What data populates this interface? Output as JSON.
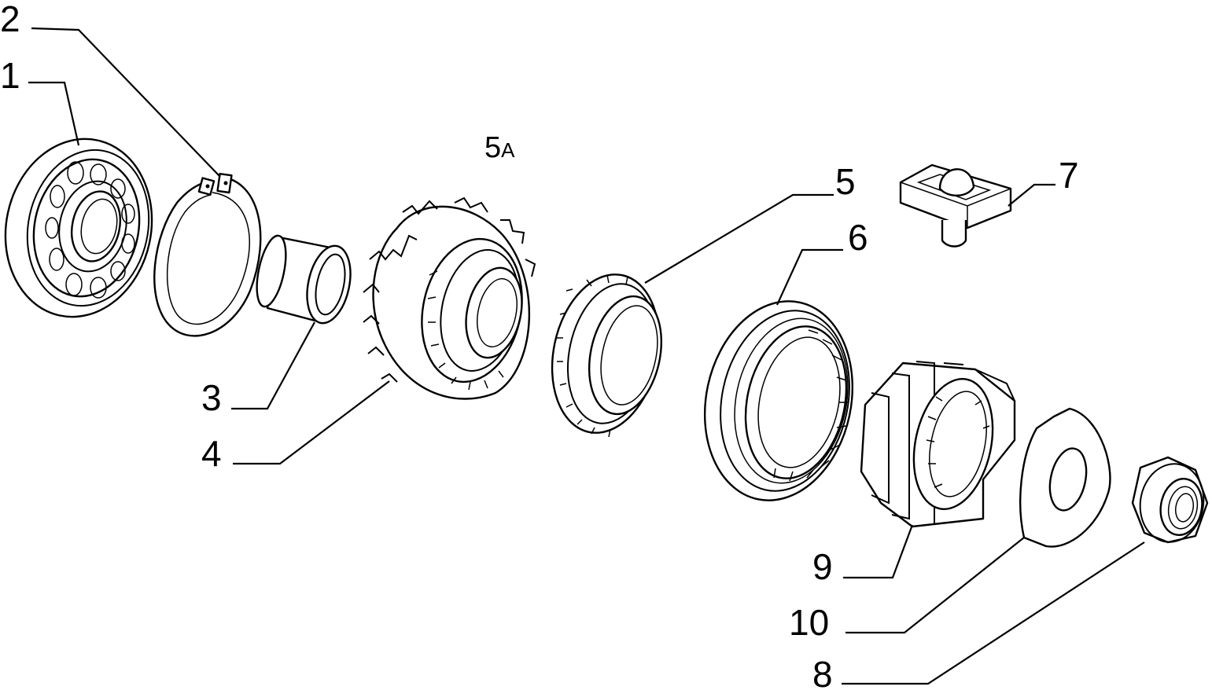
{
  "diagram": {
    "assembly_label": {
      "main": "5",
      "sub": "A"
    },
    "callouts": [
      {
        "id": "1",
        "part": "ball-bearing"
      },
      {
        "id": "2",
        "part": "circlip"
      },
      {
        "id": "3",
        "part": "bushing"
      },
      {
        "id": "4",
        "part": "helical-gear"
      },
      {
        "id": "5",
        "part": "synchro-ring"
      },
      {
        "id": "6",
        "part": "sliding-sleeve"
      },
      {
        "id": "7",
        "part": "detent-slider"
      },
      {
        "id": "9",
        "part": "synchro-hub"
      },
      {
        "id": "10",
        "part": "thrust-washer"
      },
      {
        "id": "8",
        "part": "lock-nut"
      }
    ],
    "colors": {
      "line": "#000000",
      "background": "#ffffff"
    }
  }
}
